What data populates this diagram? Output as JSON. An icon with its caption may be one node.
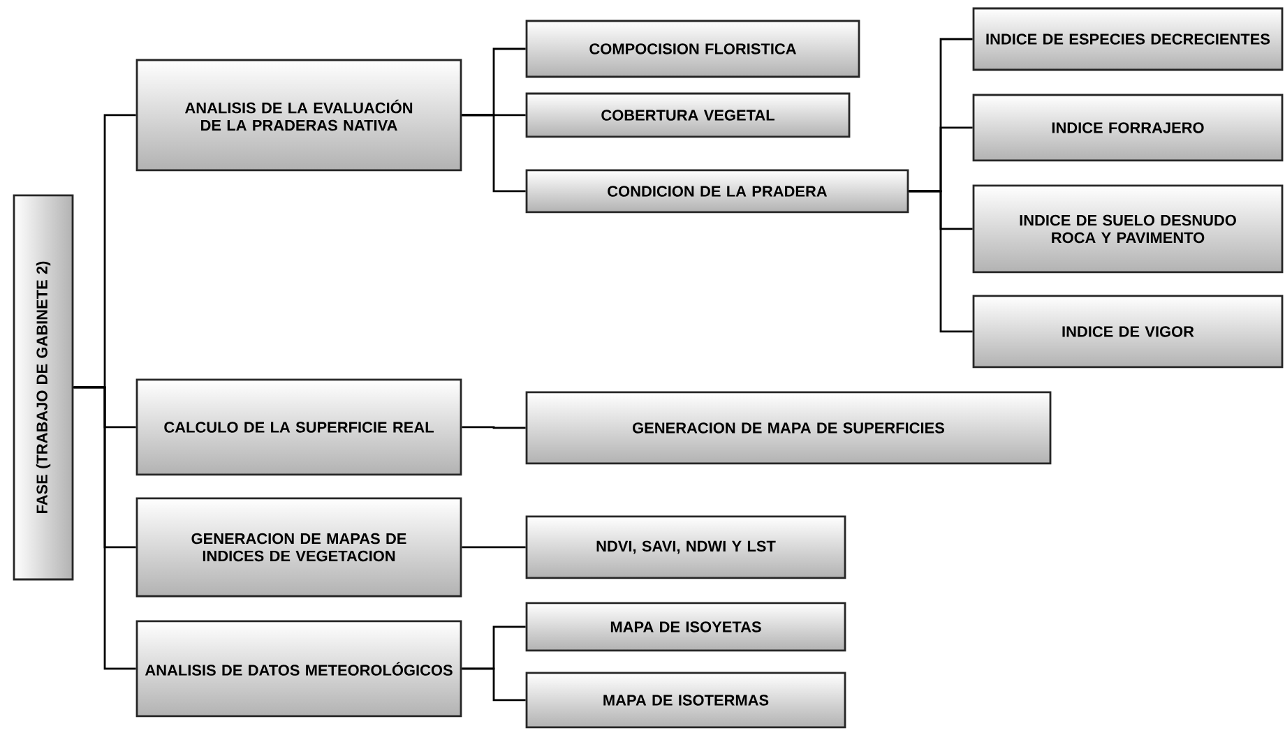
{
  "diagram": {
    "nodes": [
      {
        "text": [
          "FASE  (TRABAJO DE GABINETE 2)"
        ]
      },
      {
        "text": [
          "ANALISIS DE LA EVALUACIÓN DE LA PRADERAS NATIVA"
        ]
      },
      {
        "text": [
          "COMPOCISION FLORISTICA"
        ]
      },
      {
        "text": [
          "COBERTURA VEGETAL"
        ]
      },
      {
        "text": [
          "CONDICION DE LA PRADERA"
        ]
      },
      {
        "text": [
          "INDICE DE ESPECIES DECRECIENTES"
        ]
      },
      {
        "text": [
          "INDICE FORRAJERO"
        ]
      },
      {
        "text": [
          "INDICE DE SUELO DESNUDO ROCA Y PAVIMENTO"
        ]
      },
      {
        "text": [
          "INDICE DE VIGOR"
        ]
      },
      {
        "text": [
          "CALCULO DE LA SUPERFICIE REAL"
        ]
      },
      {
        "text": [
          "GENERACION  DE MAPA DE SUPERFICIES"
        ]
      },
      {
        "text": [
          "GENERACION  DE MAPAS  DE INDICES DE VEGETACION"
        ]
      },
      {
        "text": [
          "NDVI, SAVI, NDWI Y LST"
        ]
      },
      {
        "text": [
          "ANALISIS DE DATOS METEOROLÓGICOS"
        ]
      },
      {
        "text": [
          "MAPA DE ISOYETAS"
        ]
      },
      {
        "text": [
          "MAPA DE ISOTERMAS"
        ]
      }
    ],
    "edges": [
      {
        "from": 0,
        "to": 1,
        "arrow": "none"
      },
      {
        "from": 0,
        "to": 9,
        "arrow": "none"
      },
      {
        "from": 0,
        "to": 11,
        "arrow": "none"
      },
      {
        "from": 0,
        "to": 13,
        "arrow": "none"
      },
      {
        "from": 1,
        "to": 2,
        "arrow": "none"
      },
      {
        "from": 1,
        "to": 3,
        "arrow": "none"
      },
      {
        "from": 1,
        "to": 4,
        "arrow": "none"
      },
      {
        "from": 4,
        "to": 5,
        "arrow": "none"
      },
      {
        "from": 4,
        "to": 6,
        "arrow": "none"
      },
      {
        "from": 4,
        "to": 7,
        "arrow": "none"
      },
      {
        "from": 4,
        "to": 8,
        "arrow": "none"
      },
      {
        "from": 9,
        "to": 10,
        "arrow": "none"
      },
      {
        "from": 11,
        "to": 12,
        "arrow": "none"
      },
      {
        "from": 13,
        "to": 14,
        "arrow": "none"
      },
      {
        "from": 13,
        "to": 15,
        "arrow": "none"
      }
    ]
  }
}
